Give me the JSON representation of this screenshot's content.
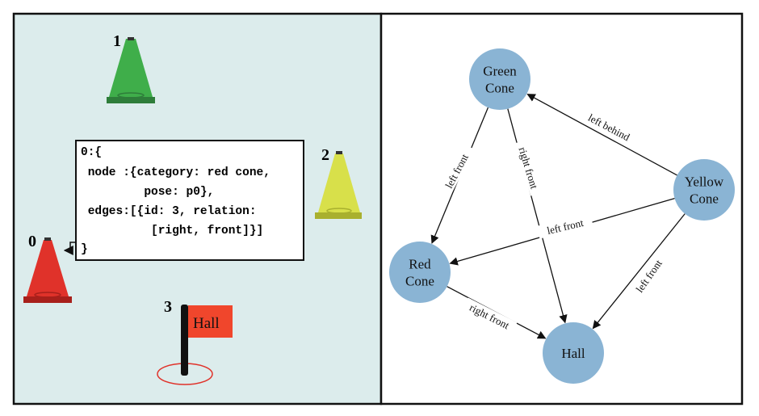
{
  "scene": {
    "background_color": "#dcecec",
    "objects": [
      {
        "id": "1",
        "kind": "cone",
        "color": "#3fae4a",
        "dark": "#2e7d3a"
      },
      {
        "id": "2",
        "kind": "cone",
        "color": "#d8e04a",
        "dark": "#a9b02e"
      },
      {
        "id": "0",
        "kind": "cone",
        "color": "#e0322a",
        "dark": "#a8201b"
      },
      {
        "id": "3",
        "kind": "flag",
        "color": "#f0462c",
        "label": "Hall"
      }
    ],
    "code_lines": [
      "0:{",
      " node :{category: red cone,",
      "         pose: p0},",
      " edges:[{id: 3, relation:",
      "          [right, front]}]",
      "}"
    ]
  },
  "graph": {
    "node_color": "#8ab4d4",
    "nodes": [
      {
        "id": "green",
        "lines": [
          "Green",
          "Cone"
        ]
      },
      {
        "id": "yellow",
        "lines": [
          "Yellow",
          "Cone"
        ]
      },
      {
        "id": "red",
        "lines": [
          "Red",
          "Cone"
        ]
      },
      {
        "id": "hall",
        "lines": [
          "Hall"
        ]
      }
    ],
    "edges": [
      {
        "from": "yellow",
        "to": "green",
        "label": "left behind"
      },
      {
        "from": "green",
        "to": "red",
        "label": "left front"
      },
      {
        "from": "green",
        "to": "hall",
        "label": "right front"
      },
      {
        "from": "yellow",
        "to": "red",
        "label": "left front"
      },
      {
        "from": "yellow",
        "to": "hall",
        "label": "left front"
      },
      {
        "from": "red",
        "to": "hall",
        "label": "right front"
      }
    ]
  }
}
